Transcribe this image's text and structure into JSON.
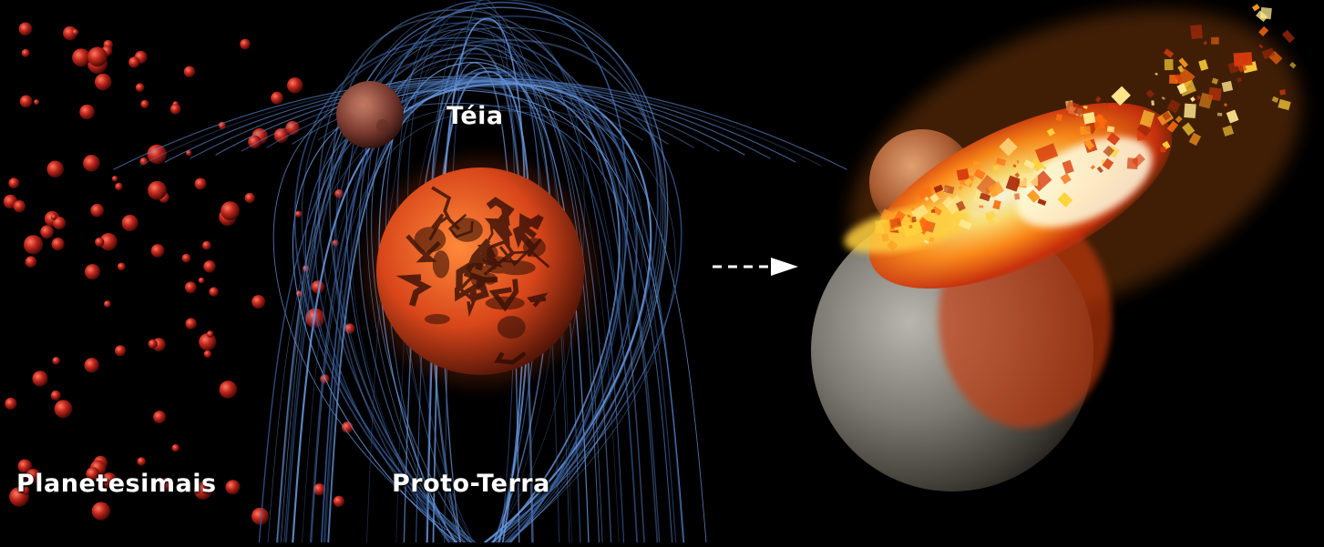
{
  "labels": {
    "planetesimals": "Planetesimais",
    "proto_earth": "Proto-Terra",
    "theia": "Téia"
  },
  "colors": {
    "background": "#000000",
    "planetesimal": "#b0201a",
    "field_lines": "#5d8fd8",
    "proto_earth": "#e85a1c",
    "theia": "#9a4a3c",
    "impact_fire": "#ffb020",
    "arrow": "#ffffff"
  }
}
